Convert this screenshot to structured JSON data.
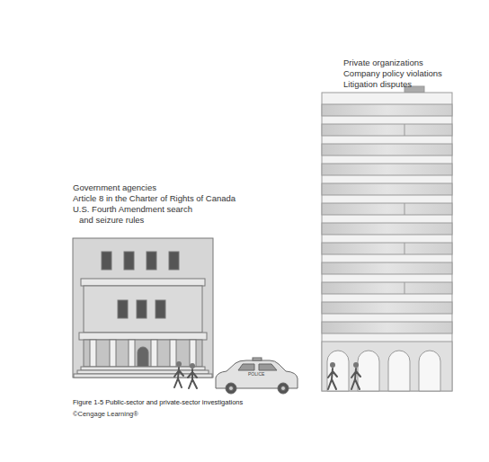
{
  "diagram": {
    "caption": "Figure 1-5 Public-sector and private-sector investigations",
    "labels": [
      "Government agencies",
      "Article 8 in the Charter of Rights of Canada",
      "U.S. Fourth Amendment search and seizure rules",
      "Private organizations",
      "Company policy violations",
      "Litigation disputes",
      "POLICE",
      "©Cengage Learning®"
    ]
  }
}
